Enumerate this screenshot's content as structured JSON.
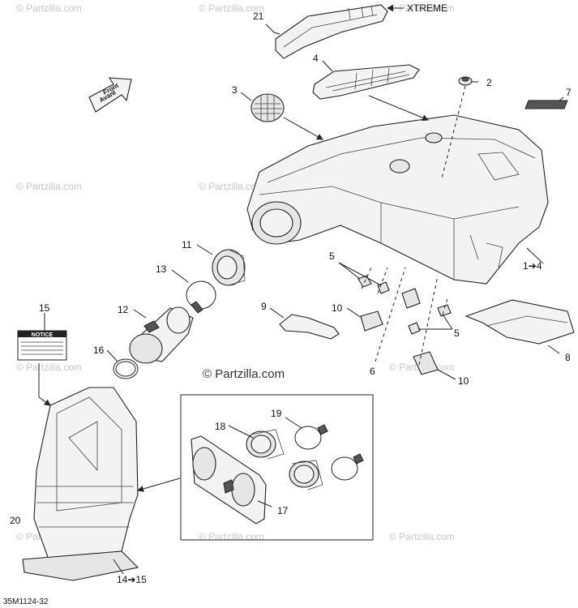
{
  "watermark": "© Partzilla.com",
  "center_watermark": "© Partzilla.com",
  "figure_code": "35M1124-32",
  "front_arrow": {
    "line1": "Front",
    "line2": "Avant"
  },
  "notice": {
    "title": "NOTICE"
  },
  "callouts": {
    "c21": "21",
    "xtreme": "XTREME",
    "c4": "4",
    "c2": "2",
    "c3": "3",
    "c7": "7",
    "c1to4": "1➔4",
    "c11": "11",
    "c13": "13",
    "c5a": "5",
    "c12": "12",
    "c9": "9",
    "c10a": "10",
    "c5b": "5",
    "c8": "8",
    "c15": "15",
    "c16": "16",
    "c6": "6",
    "c10b": "10",
    "c19": "19",
    "c18": "18",
    "c17": "17",
    "c20": "20",
    "c14to15": "14➔15"
  }
}
